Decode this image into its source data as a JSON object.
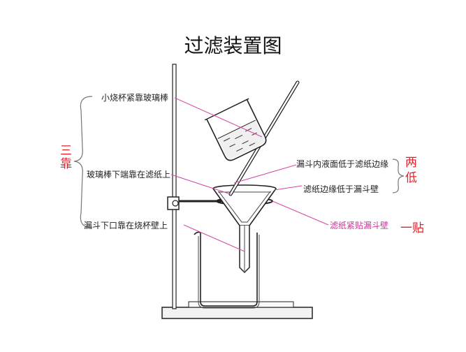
{
  "title": "过滤装置图",
  "labels": {
    "beaker_on_rod": "小烧杯紧靠玻璃棒",
    "rod_on_paper": "玻璃棒下端靠在滤纸上",
    "funnel_on_beaker": "漏斗下口靠在烧杯壁上",
    "liquid_below_paper": "漏斗内液面低于滤纸边缘",
    "paper_below_funnel": "滤纸边缘低于漏斗壁",
    "paper_against_funnel": "滤纸紧贴漏斗壁"
  },
  "groups": {
    "san_kao": "三靠",
    "liang_di": "两低",
    "yi_tie": "一贴"
  },
  "colors": {
    "pointer": "#d64aa8",
    "accent_text": "#e0202a",
    "pink_label": "#cc3399",
    "line": "#222222"
  }
}
